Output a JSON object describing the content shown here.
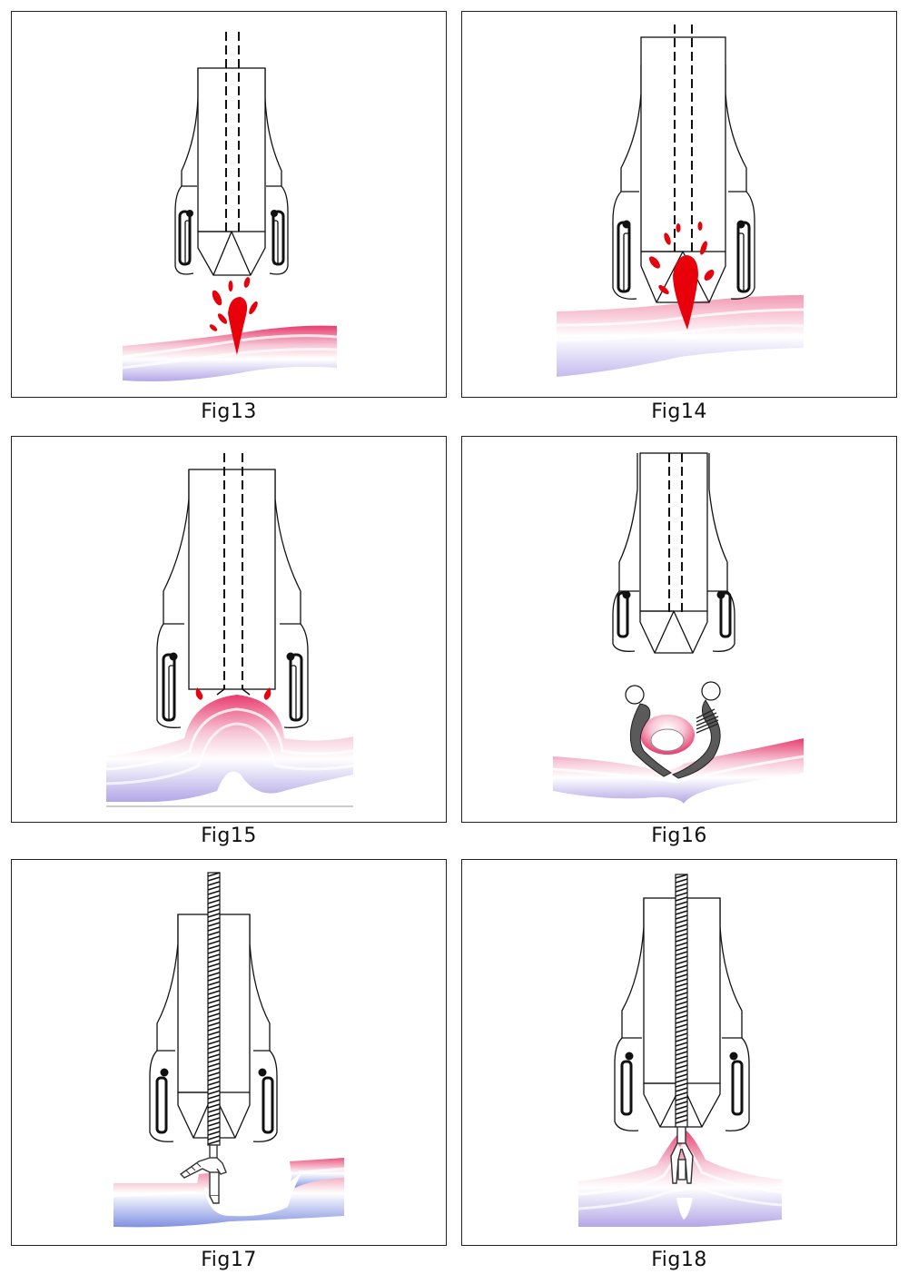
{
  "figures": [
    {
      "id": "fig13",
      "caption": "Fig13"
    },
    {
      "id": "fig14",
      "caption": "Fig14"
    },
    {
      "id": "fig15",
      "caption": "Fig15"
    },
    {
      "id": "fig16",
      "caption": "Fig16"
    },
    {
      "id": "fig17",
      "caption": "Fig17"
    },
    {
      "id": "fig18",
      "caption": "Fig18"
    }
  ],
  "colors": {
    "blood": "#e8000a",
    "tissue_pink": "#e83c6e",
    "tissue_violet": "#a99be0",
    "tissue_blue": "#7d8ee0",
    "outline": "#111111",
    "clip_gray": "#5a5a5a"
  }
}
